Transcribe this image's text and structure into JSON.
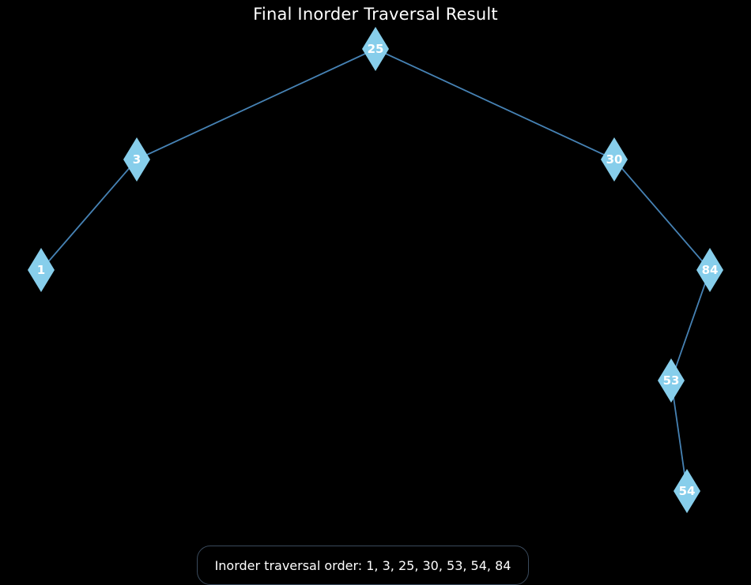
{
  "title": "Final Inorder Traversal Result",
  "colors": {
    "background": "#000000",
    "node_fill": "#87ceeb",
    "edge": "#4682b4",
    "label": "#ffffff",
    "box_border": "#3a4a5c"
  },
  "tree": {
    "node_shape": "diamond",
    "nodes": [
      {
        "id": "n25",
        "label": "25"
      },
      {
        "id": "n3",
        "label": "3"
      },
      {
        "id": "n30",
        "label": "30"
      },
      {
        "id": "n1",
        "label": "1"
      },
      {
        "id": "n84",
        "label": "84"
      },
      {
        "id": "n53",
        "label": "53"
      },
      {
        "id": "n54",
        "label": "54"
      }
    ],
    "edges": [
      {
        "from": "n25",
        "to": "n3"
      },
      {
        "from": "n25",
        "to": "n30"
      },
      {
        "from": "n3",
        "to": "n1"
      },
      {
        "from": "n30",
        "to": "n84"
      },
      {
        "from": "n84",
        "to": "n53"
      },
      {
        "from": "n53",
        "to": "n54"
      }
    ]
  },
  "result": {
    "text": "Inorder traversal order: 1, 3, 25, 30, 53, 54, 84"
  }
}
